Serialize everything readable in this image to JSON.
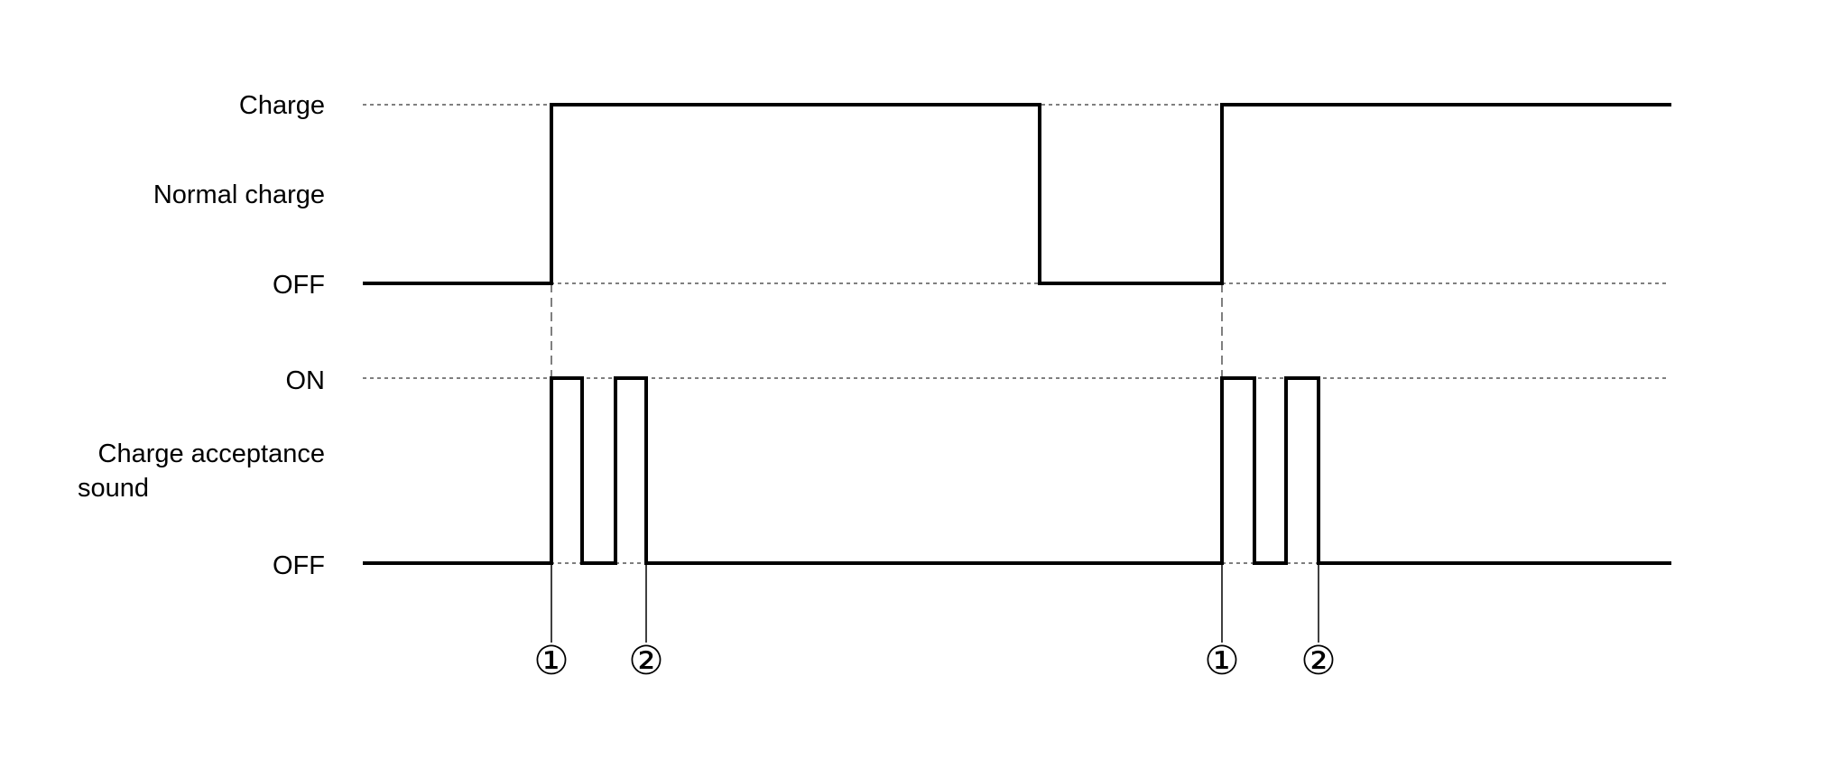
{
  "signals": {
    "normal_charge": {
      "label": "Normal charge",
      "high_label": "Charge",
      "low_label": "OFF"
    },
    "charge_acceptance_sound": {
      "label_line1": "Charge acceptance",
      "label_line2": "sound",
      "high_label": "ON",
      "low_label": "OFF"
    }
  },
  "markers": {
    "m1": "①",
    "m2": "②",
    "m3": "①",
    "m4": "②"
  }
}
